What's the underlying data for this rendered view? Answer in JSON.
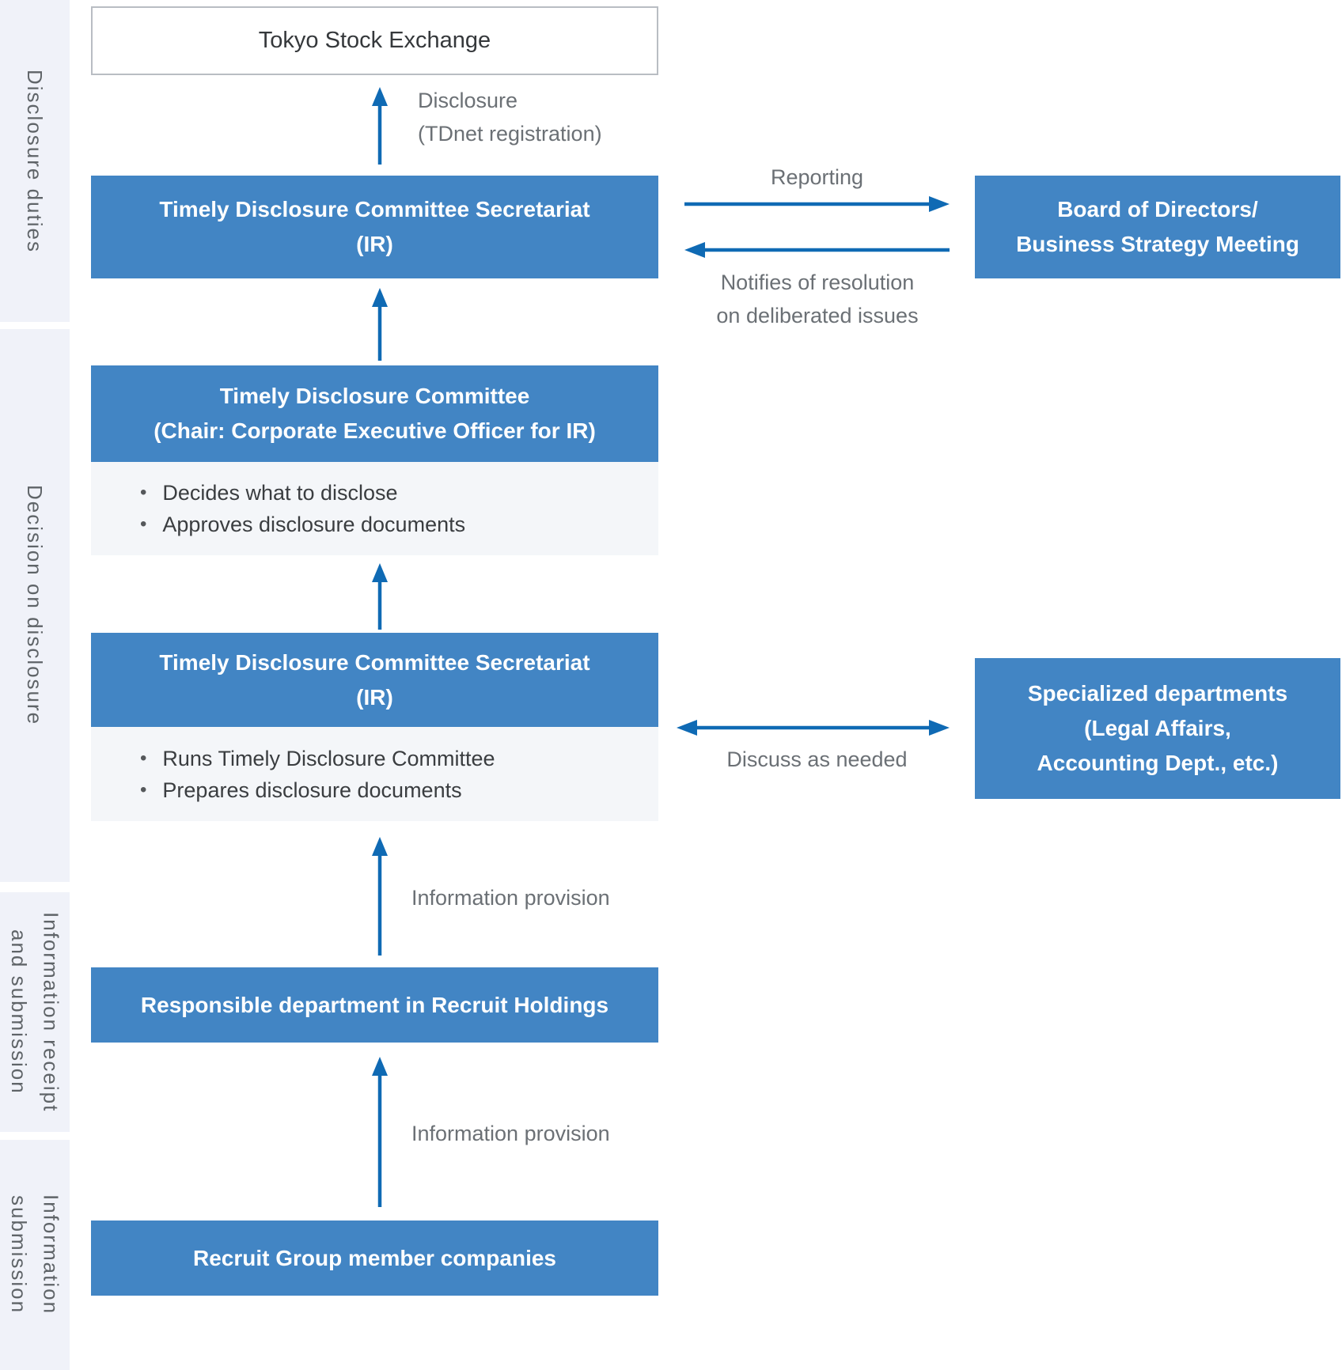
{
  "colors": {
    "box_blue": "#4285c4",
    "arrow_blue": "#0f6ab4",
    "sidebar_bg": "#f0f2f9",
    "notes_bg": "#f4f6f9",
    "white_box_border": "#b9bdc3",
    "dark_text": "#35383b",
    "label_gray": "#6b7075",
    "sidebar_text": "#5f6468"
  },
  "sidebar": {
    "sections": [
      {
        "id": "disclosure-duties",
        "lines": [
          "Disclosure duties"
        ]
      },
      {
        "id": "decision-on-disclosure",
        "lines": [
          "Decision on disclosure"
        ]
      },
      {
        "id": "information-receipt-and-submission",
        "lines": [
          "Information receipt",
          "and submission"
        ]
      },
      {
        "id": "information-submission",
        "lines": [
          "Information",
          "submission"
        ]
      }
    ]
  },
  "nodes": {
    "tokyo_stock_exchange": {
      "lines": [
        "Tokyo Stock Exchange"
      ]
    },
    "secretariat_top": {
      "lines": [
        "Timely Disclosure Committee Secretariat",
        "(IR)"
      ]
    },
    "committee": {
      "lines": [
        "Timely Disclosure Committee",
        "(Chair: Corporate Executive Officer for IR)"
      ]
    },
    "committee_notes": {
      "items": [
        "Decides what to disclose",
        "Approves disclosure documents"
      ]
    },
    "secretariat_mid": {
      "lines": [
        "Timely Disclosure Committee Secretariat",
        "(IR)"
      ]
    },
    "secretariat_notes": {
      "items": [
        "Runs Timely Disclosure Committee",
        "Prepares disclosure documents"
      ]
    },
    "responsible_department": {
      "lines": [
        "Responsible department in Recruit Holdings"
      ]
    },
    "member_companies": {
      "lines": [
        "Recruit Group member companies"
      ]
    },
    "board": {
      "lines": [
        "Board of Directors/",
        "Business Strategy Meeting"
      ]
    },
    "specialized_departments": {
      "lines": [
        "Specialized departments",
        "(Legal Affairs,",
        "Accounting Dept., etc.)"
      ]
    }
  },
  "labels": {
    "disclosure": {
      "lines": [
        "Disclosure",
        "(TDnet registration)"
      ]
    },
    "reporting": "Reporting",
    "notifies": {
      "lines": [
        "Notifies of resolution",
        "on deliberated issues"
      ]
    },
    "discuss_as_needed": "Discuss as needed",
    "information_provision_upper": "Information provision",
    "information_provision_lower": "Information provision"
  }
}
